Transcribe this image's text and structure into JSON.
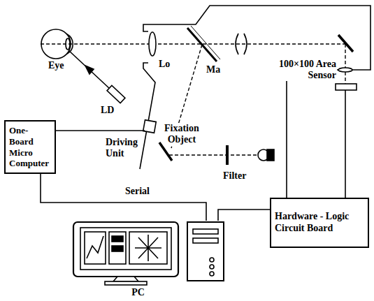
{
  "diagram": {
    "nodes": [
      {
        "text": [
          "One-Board Micro Computer"
        ]
      },
      {
        "text": [
          "Hardware - Logic Circuit Board"
        ]
      },
      {
        "text": [
          "PC"
        ]
      }
    ],
    "edges": [
      {
        "from": 0,
        "to": 2,
        "arrow": "none",
        "label": "Serial"
      },
      {
        "from": 1,
        "to": 2,
        "arrow": "none"
      }
    ],
    "labels": [
      "Eye",
      "LD",
      "Lo",
      "Ma",
      "100×100 Area Sensor",
      "Driving Unit",
      "Fixation Object",
      "Filter"
    ]
  }
}
